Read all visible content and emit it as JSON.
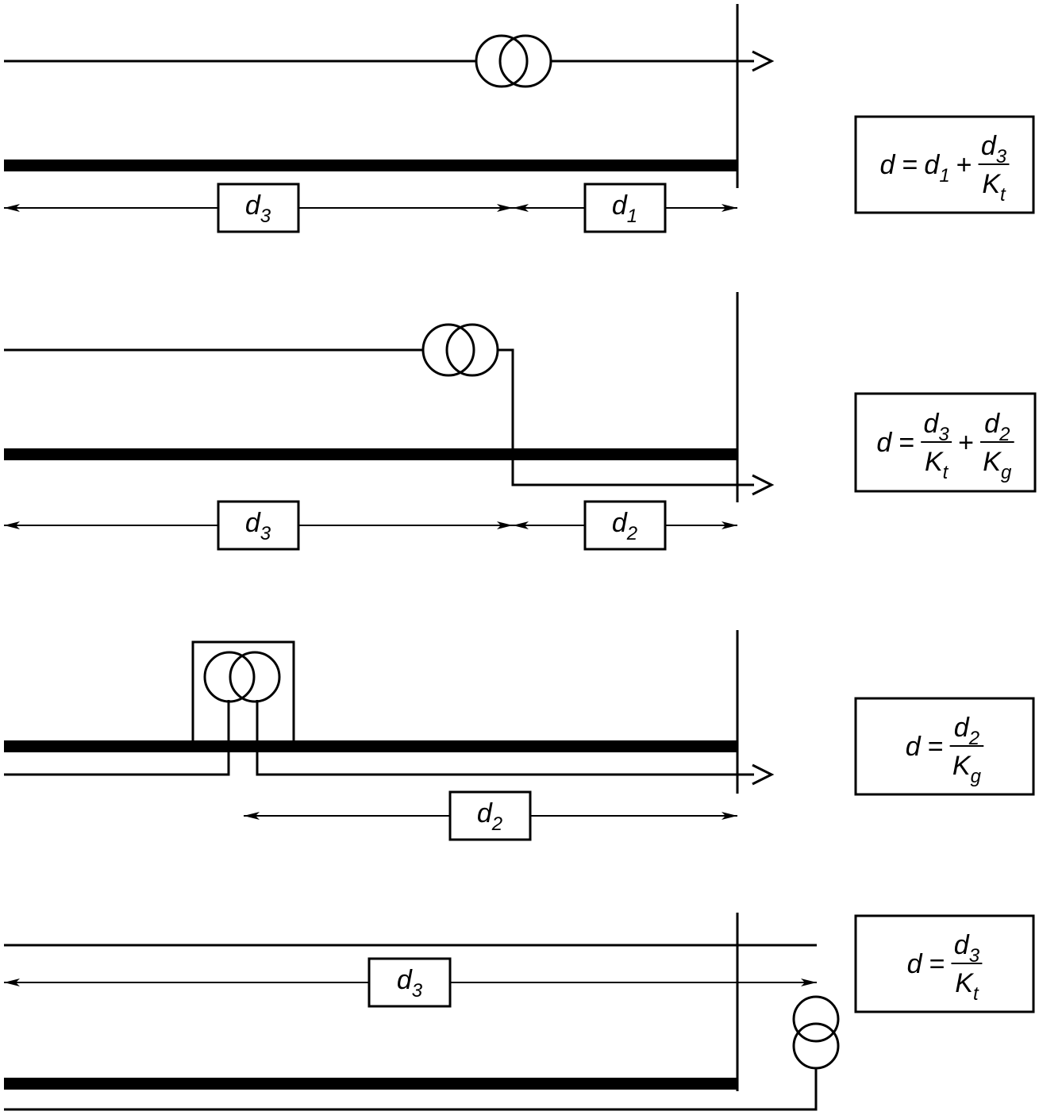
{
  "panels": [
    {
      "labels": [
        {
          "var": "d",
          "sub": "3"
        },
        {
          "var": "d",
          "sub": "1"
        }
      ],
      "formula": {
        "lhs": "d",
        "eq": "=",
        "terms": [
          {
            "kind": "var",
            "var": "d",
            "sub": "1"
          },
          {
            "kind": "op",
            "text": "+"
          },
          {
            "kind": "frac",
            "num": {
              "var": "d",
              "sub": "3"
            },
            "den": {
              "var": "K",
              "sub": "t"
            }
          }
        ]
      }
    },
    {
      "labels": [
        {
          "var": "d",
          "sub": "3"
        },
        {
          "var": "d",
          "sub": "2"
        }
      ],
      "formula": {
        "lhs": "d",
        "eq": "=",
        "terms": [
          {
            "kind": "frac",
            "num": {
              "var": "d",
              "sub": "3"
            },
            "den": {
              "var": "K",
              "sub": "t"
            }
          },
          {
            "kind": "op",
            "text": "+"
          },
          {
            "kind": "frac",
            "num": {
              "var": "d",
              "sub": "2"
            },
            "den": {
              "var": "K",
              "sub": "g"
            }
          }
        ]
      }
    },
    {
      "labels": [
        {
          "var": "d",
          "sub": "2"
        }
      ],
      "formula": {
        "lhs": "d",
        "eq": "=",
        "terms": [
          {
            "kind": "frac",
            "num": {
              "var": "d",
              "sub": "2"
            },
            "den": {
              "var": "K",
              "sub": "g"
            }
          }
        ]
      }
    },
    {
      "labels": [
        {
          "var": "d",
          "sub": "3"
        }
      ],
      "formula": {
        "lhs": "d",
        "eq": "=",
        "terms": [
          {
            "kind": "frac",
            "num": {
              "var": "d",
              "sub": "3"
            },
            "den": {
              "var": "K",
              "sub": "t"
            }
          }
        ]
      }
    }
  ]
}
